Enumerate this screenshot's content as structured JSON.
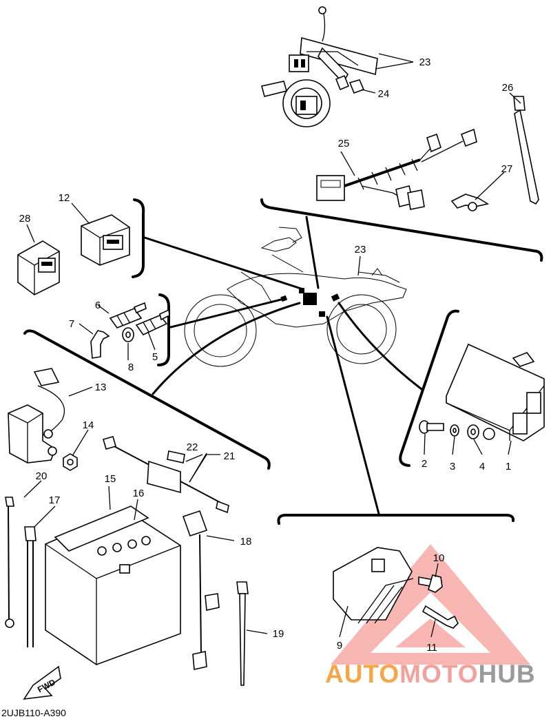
{
  "diagram_code": "2UJB110-A390",
  "fwd_label": "FWD",
  "watermark": {
    "part1": "AUTO",
    "part2": "MOTO",
    "part3": "HUB",
    "color1": "#f5a64a",
    "color2": "#f3a19c",
    "color3": "#9a9a9a"
  },
  "callouts": [
    {
      "id": "c1",
      "text": "1"
    },
    {
      "id": "c2",
      "text": "2"
    },
    {
      "id": "c3",
      "text": "3"
    },
    {
      "id": "c4",
      "text": "4"
    },
    {
      "id": "c5",
      "text": "5"
    },
    {
      "id": "c6",
      "text": "6"
    },
    {
      "id": "c7",
      "text": "7"
    },
    {
      "id": "c8",
      "text": "8"
    },
    {
      "id": "c9",
      "text": "9"
    },
    {
      "id": "c10",
      "text": "10"
    },
    {
      "id": "c11",
      "text": "11"
    },
    {
      "id": "c12",
      "text": "12"
    },
    {
      "id": "c13",
      "text": "13"
    },
    {
      "id": "c14",
      "text": "14"
    },
    {
      "id": "c15",
      "text": "15"
    },
    {
      "id": "c16",
      "text": "16"
    },
    {
      "id": "c17",
      "text": "17"
    },
    {
      "id": "c18",
      "text": "18"
    },
    {
      "id": "c19",
      "text": "19"
    },
    {
      "id": "c20",
      "text": "20"
    },
    {
      "id": "c21",
      "text": "21"
    },
    {
      "id": "c22",
      "text": "22"
    },
    {
      "id": "c23a",
      "text": "23"
    },
    {
      "id": "c23b",
      "text": "23"
    },
    {
      "id": "c24",
      "text": "24"
    },
    {
      "id": "c25",
      "text": "25"
    },
    {
      "id": "c26",
      "text": "26"
    },
    {
      "id": "c27",
      "text": "27"
    },
    {
      "id": "c28",
      "text": "28"
    }
  ]
}
